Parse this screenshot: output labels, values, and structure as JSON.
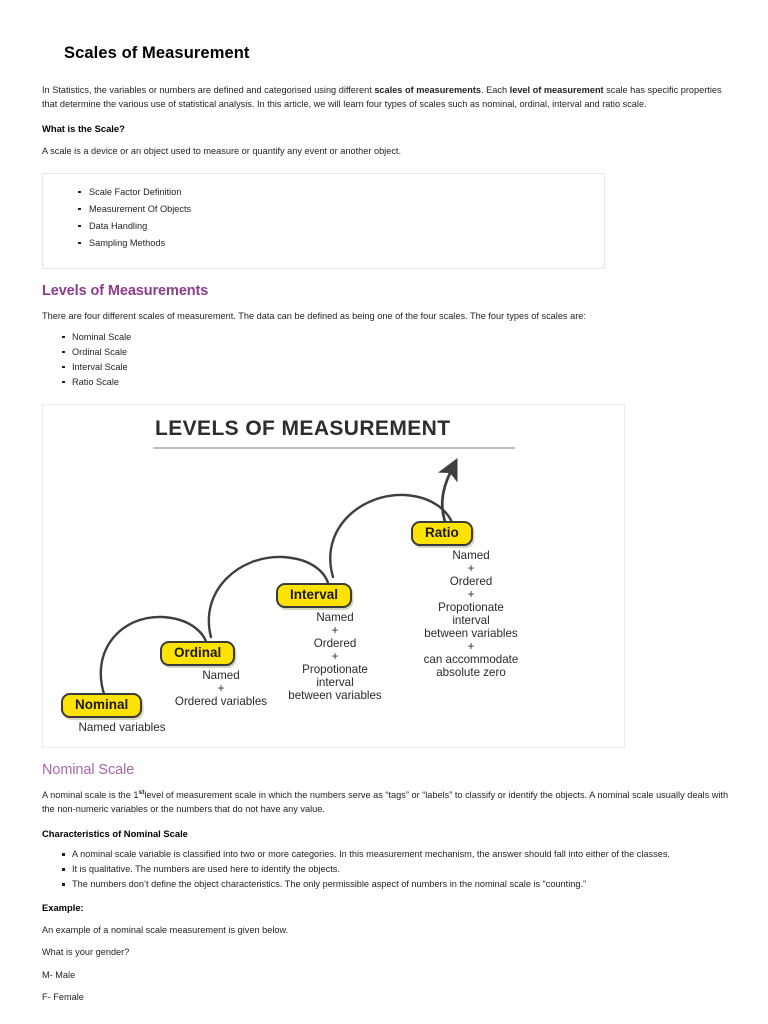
{
  "document": {
    "title": "Scales of Measurement",
    "intro_parts": {
      "p1_a": "In Statistics, the variables or numbers are defined and categorised using different ",
      "p1_b": "scales of measurements",
      "p1_c": ". Each ",
      "p1_d": "level of measurement",
      "p1_e": " scale has specific properties that determine the various use of statistical analysis. In this article, we will learn four types of scales such as nominal, ordinal, interval and ratio scale."
    },
    "what_is_scale_heading": "What is the Scale?",
    "what_is_scale_text": "A scale is a device or an object used to measure or quantify any event or another object.",
    "framed_list": [
      "Scale Factor Definition",
      "Measurement Of Objects",
      "Data Handling",
      "Sampling Methods"
    ],
    "levels_heading": "Levels of Measurements",
    "levels_intro": "There are four different scales of measurement. The data can be defined as being one of the four scales. The four types of scales are:",
    "levels_list": [
      "Nominal Scale",
      "Ordinal Scale",
      "Interval Scale",
      "Ratio Scale"
    ],
    "nominal_heading": "Nominal Scale",
    "nominal_text_a": "A nominal scale is the 1",
    "nominal_text_sup": "st",
    "nominal_text_b": "level of measurement scale in which the numbers serve as “tags” or “labels” to classify or identify the objects. A nominal scale usually deals with the non-numeric variables or the numbers that do not have any value.",
    "characteristics_heading": "Characteristics of Nominal Scale",
    "characteristics_list": [
      "A nominal scale variable is classified into two or more categories. In this measurement mechanism, the answer should fall into either of the classes.",
      "It is qualitative. The numbers are used here to identify the objects.",
      "The numbers don’t define the object characteristics. The only permissible aspect of numbers in the nominal scale is “counting.”"
    ],
    "example_heading": "Example:",
    "example_lines": [
      "An example of a nominal scale measurement is given below.",
      "What is your gender?",
      "M- Male",
      "F- Female"
    ]
  },
  "diagram": {
    "title": "LEVELS OF MEASUREMENT",
    "nodes": [
      {
        "label": "Nominal",
        "desc": "Named variables"
      },
      {
        "label": "Ordinal",
        "desc": "Named\n+\nOrdered variables"
      },
      {
        "label": "Interval",
        "desc": "Named\n+\nOrdered\n+\nPropotionate\ninterval\nbetween variables"
      },
      {
        "label": "Ratio",
        "desc": "Named\n+\nOrdered\n+\nPropotionate\ninterval\nbetween variables\n+\ncan accommodate\nabsolute zero"
      }
    ],
    "colors": {
      "node_fill": "#ffe200",
      "node_border": "#3a3a3a",
      "arc_stroke": "#3f3f3f",
      "title_color": "#2d2d2d"
    }
  },
  "theme": {
    "heading_purple": "#8d3d8d",
    "heading_purple_light": "#a768a7",
    "body_color": "#231f20",
    "frame_border": "#e6e6e6"
  }
}
